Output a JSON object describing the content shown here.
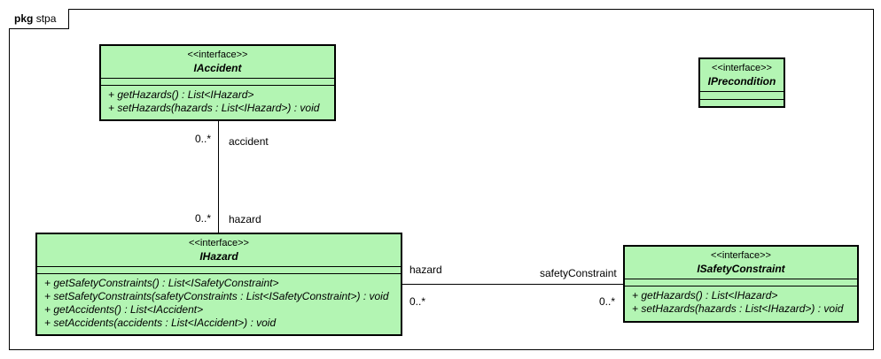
{
  "package": {
    "keyword": "pkg",
    "name": "stpa"
  },
  "classes": {
    "accident": {
      "stereotype": "<<interface>>",
      "name": "IAccident",
      "operations": [
        "+ getHazards() : List<IHazard>",
        "+ setHazards(hazards : List<IHazard>) : void"
      ]
    },
    "precondition": {
      "stereotype": "<<interface>>",
      "name": "IPrecondition"
    },
    "hazard": {
      "stereotype": "<<interface>>",
      "name": "IHazard",
      "operations": [
        "+ getSafetyConstraints() : List<ISafetyConstraint>",
        "+ setSafetyConstraints(safetyConstraints : List<ISafetyConstraint>) : void",
        "+ getAccidents() : List<IAccident>",
        "+ setAccidents(accidents : List<IAccident>) : void"
      ]
    },
    "safety": {
      "stereotype": "<<interface>>",
      "name": "ISafetyConstraint",
      "operations": [
        "+ getHazards() : List<IHazard>",
        "+ setHazards(hazards : List<IHazard>) : void"
      ]
    }
  },
  "associations": [
    {
      "end1_role": "accident",
      "end1_mult": "0..*",
      "end2_role": "hazard",
      "end2_mult": "0..*"
    },
    {
      "end1_role": "hazard",
      "end1_mult": "0..*",
      "end2_role": "safetyConstraint",
      "end2_mult": "0..*"
    }
  ],
  "colors": {
    "class_fill": "#b3f5b3",
    "stroke": "#000000"
  }
}
